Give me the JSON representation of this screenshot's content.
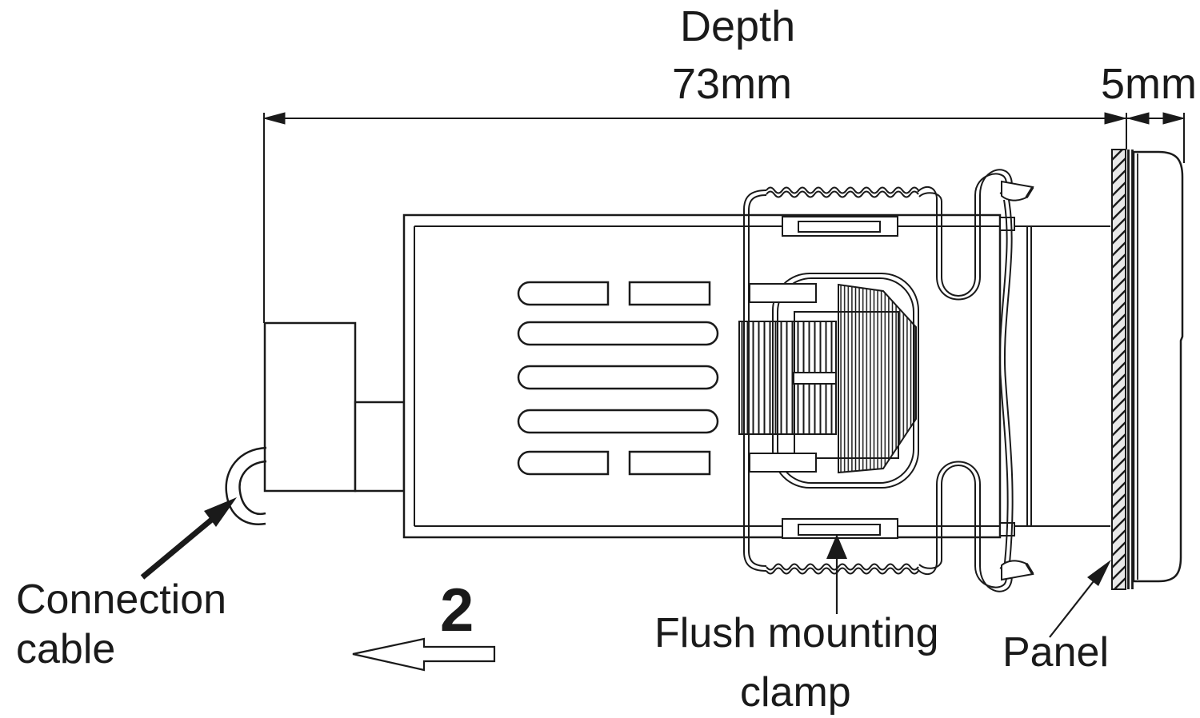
{
  "diagram": {
    "type": "technical-side-view-panel-mount",
    "dimensions": {
      "depth_label": "Depth",
      "depth_value": "73mm",
      "front_projection_value": "5mm"
    },
    "annotations": {
      "connection_cable_line1": "Connection",
      "connection_cable_line2": "cable",
      "step_number": "2",
      "flush_clamp_line1": "Flush mounting",
      "flush_clamp_line2": "clamp",
      "panel_label": "Panel"
    },
    "colors": {
      "line": "#1a1a1a",
      "panel_hatch_fill": "#e8e8e8",
      "background": "#ffffff"
    }
  }
}
